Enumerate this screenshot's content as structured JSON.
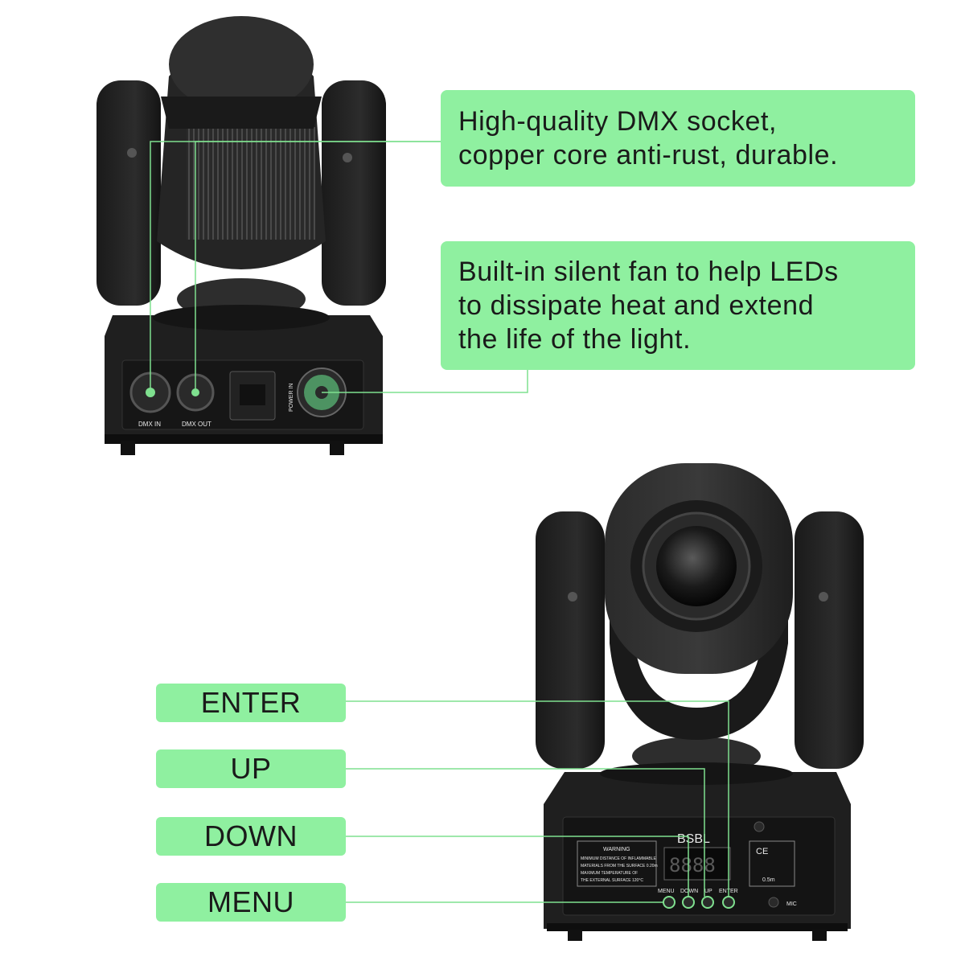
{
  "features": {
    "dmx_socket": "High-quality DMX socket,\ncopper core anti-rust, durable.",
    "silent_fan": "Built-in silent fan to help LEDs\nto dissipate heat and extend\nthe life of the light."
  },
  "buttons": {
    "enter": "ENTER",
    "up": "UP",
    "down": "DOWN",
    "menu": "MENU"
  },
  "back_panel": {
    "dmx_in": "DMX IN",
    "dmx_out": "DMX OUT",
    "power_in": "POWER IN"
  },
  "front_panel": {
    "brand": "BSBL",
    "warning_title": "WARNING",
    "warning_text_1": "MINIMUM DISTANCE OF INFLAMMABLE",
    "warning_text_2": "MATERIALS FROM THE SURFACE 0.20m",
    "warning_text_3": "MAXIMUM TEMPERATURE OF",
    "warning_text_4": "THE EXTERNAL SURFACE 120°C",
    "display": "8888",
    "label_menu": "MENU",
    "label_down": "DOWN",
    "label_up": "UP",
    "label_enter": "ENTER",
    "label_mic": "MIC",
    "ce_mark": "CE",
    "distance": "0.5m"
  },
  "colors": {
    "callout": "#8ff0a0",
    "leader": "#7fe08f",
    "fixture_body": "#1c1c1c"
  }
}
